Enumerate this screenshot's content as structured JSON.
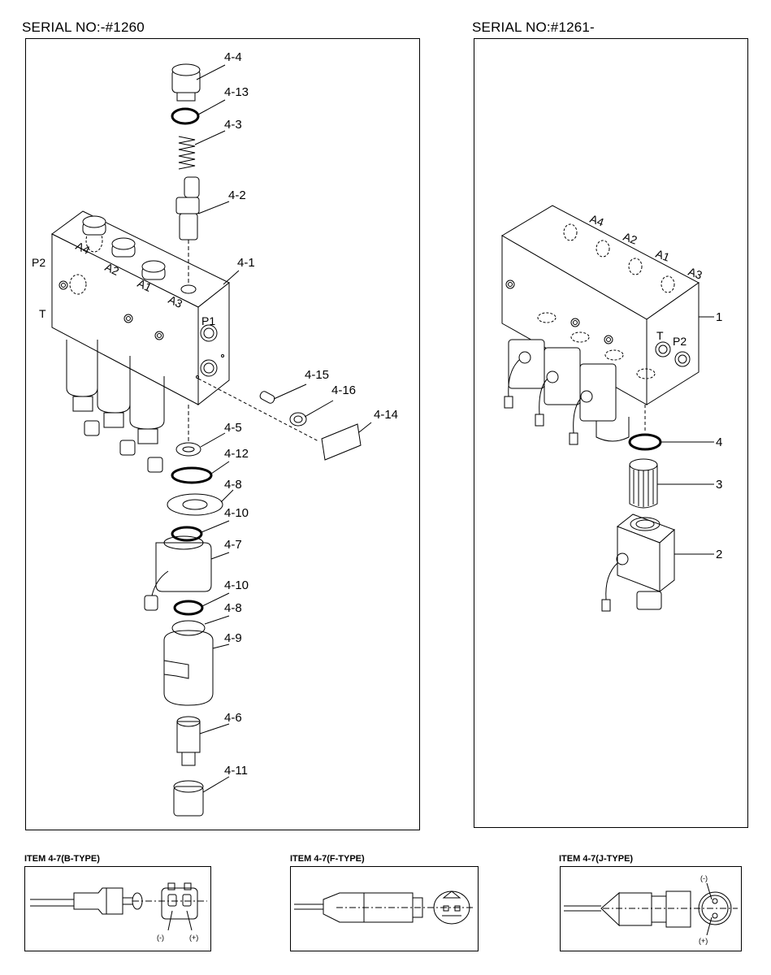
{
  "serials": {
    "left": "SERIAL NO:-#1260",
    "right": "SERIAL NO:#1261-"
  },
  "left_callouts": [
    "4-4",
    "4-13",
    "4-3",
    "4-2",
    "4-1",
    "4-15",
    "4-16",
    "4-14",
    "4-5",
    "4-12",
    "4-8",
    "4-10",
    "4-7",
    "4-10",
    "4-8",
    "4-9",
    "4-6",
    "4-11"
  ],
  "left_ports": [
    "P2",
    "T",
    "A4",
    "A2",
    "A1",
    "A3",
    "P1"
  ],
  "right_callouts": [
    "1",
    "4",
    "3",
    "2"
  ],
  "right_ports": [
    "A4",
    "A2",
    "A1",
    "A3",
    "T",
    "P2"
  ],
  "connector_items": {
    "b_type": {
      "title": "ITEM 4-7(B-TYPE)",
      "neg": "(-)",
      "pos": "(+)"
    },
    "f_type": {
      "title": "ITEM 4-7(F-TYPE)"
    },
    "j_type": {
      "title": "ITEM 4-7(J-TYPE)",
      "neg": "(-)",
      "pos": "(+)"
    }
  }
}
